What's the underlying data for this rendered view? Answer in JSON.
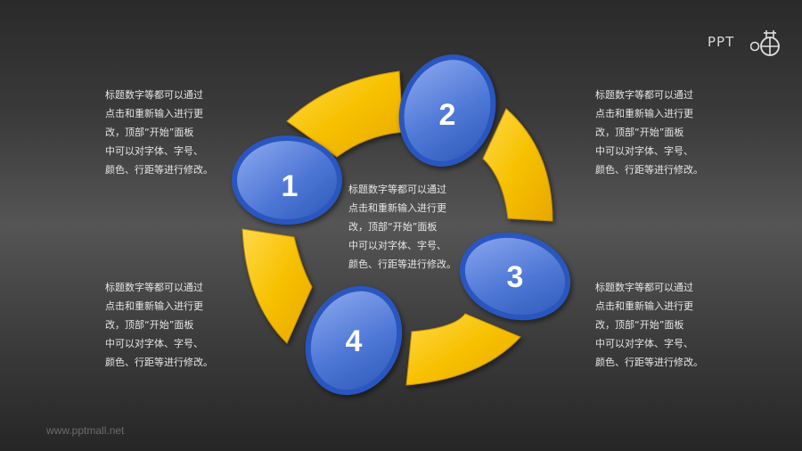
{
  "logo": {
    "text": "PPT",
    "mark": "o-circle-cross-icon"
  },
  "steps": [
    {
      "number": "1"
    },
    {
      "number": "2"
    },
    {
      "number": "3"
    },
    {
      "number": "4"
    }
  ],
  "text_blocks": {
    "top_left": {
      "lines": [
        "标题数字等都可以通过",
        "点击和重新输入进行更",
        "改，顶部“开始”面板",
        "中可以对字体、字号、",
        "颜色、行距等进行修改。"
      ]
    },
    "top_right": {
      "lines": [
        "标题数字等都可以通过",
        "点击和重新输入进行更",
        "改，顶部“开始”面板",
        "中可以对字体、字号、",
        "颜色、行距等进行修改。"
      ]
    },
    "center": {
      "lines": [
        "标题数字等都可以通过",
        "点击和重新输入进行更",
        "改，顶部“开始”面板",
        "中可以对字体、字号、",
        "颜色、行距等进行修改。"
      ]
    },
    "bottom_left": {
      "lines": [
        "标题数字等都可以通过",
        "点击和重新输入进行更",
        "改，顶部“开始”面板",
        "中可以对字体、字号、",
        "颜色、行距等进行修改。"
      ]
    },
    "bottom_right": {
      "lines": [
        "标题数字等都可以通过",
        "点击和重新输入进行更",
        "改，顶部“开始”面板",
        "中可以对字体、字号、",
        "颜色、行距等进行修改。"
      ]
    }
  },
  "footer": {
    "url": "www.pptmall.net"
  },
  "colors": {
    "arc_yellow": "#f5b800",
    "arc_yellow_light": "#ffd84a",
    "ellipse_blue": "#2f5fc4",
    "ellipse_blue_light": "#7f9fe8",
    "ellipse_rim": "#2a56c0"
  }
}
